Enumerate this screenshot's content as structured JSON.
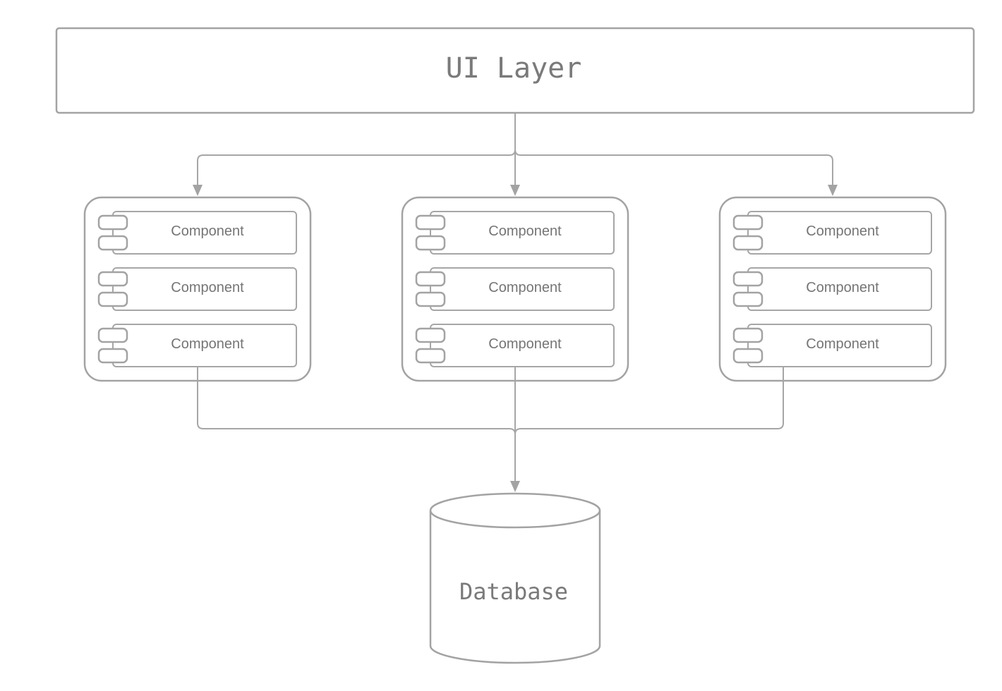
{
  "diagram": {
    "ui_layer": {
      "label": "UI Layer"
    },
    "database": {
      "label": "Database"
    },
    "groups": [
      {
        "components": [
          {
            "label": "Component"
          },
          {
            "label": "Component"
          },
          {
            "label": "Component"
          }
        ]
      },
      {
        "components": [
          {
            "label": "Component"
          },
          {
            "label": "Component"
          },
          {
            "label": "Component"
          }
        ]
      },
      {
        "components": [
          {
            "label": "Component"
          },
          {
            "label": "Component"
          },
          {
            "label": "Component"
          }
        ]
      }
    ]
  },
  "colors": {
    "stroke": "#a3a3a3",
    "text": "#757575",
    "background": "#ffffff"
  }
}
